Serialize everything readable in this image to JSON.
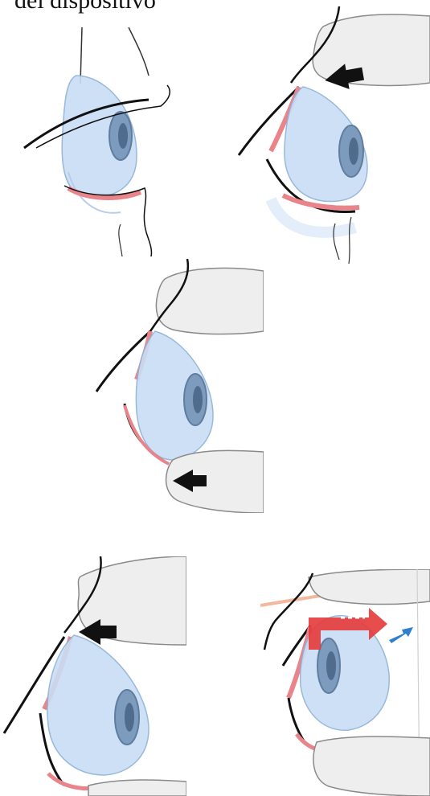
{
  "caption": {
    "text": "del dispositivo"
  },
  "colors": {
    "lens": "#c9ddf5",
    "lens_stroke": "#8fb2d8",
    "iris": "#7d9bbd",
    "eyelid_margin": "#e8848a",
    "finger": "#eeeeee",
    "finger_stroke": "#8a8a8a",
    "arrow_black": "#111111",
    "arrow_red": "#e53a3a",
    "arrow_blue": "#2f7fd0"
  },
  "panels": [
    {
      "step": "lens-on-eye-profile",
      "icons": []
    },
    {
      "step": "finger-on-upper-lid",
      "icons": [
        "black-arrow-left-icon"
      ]
    },
    {
      "step": "fingers-on-both-lids",
      "icons": [
        "black-arrow-left-icon"
      ]
    },
    {
      "step": "pressing-upper-lid",
      "icons": [
        "black-arrow-left-icon"
      ]
    },
    {
      "step": "lens-removal-direction",
      "icons": [
        "red-arrow-right-icon",
        "blue-arrow-right-icon"
      ]
    }
  ]
}
